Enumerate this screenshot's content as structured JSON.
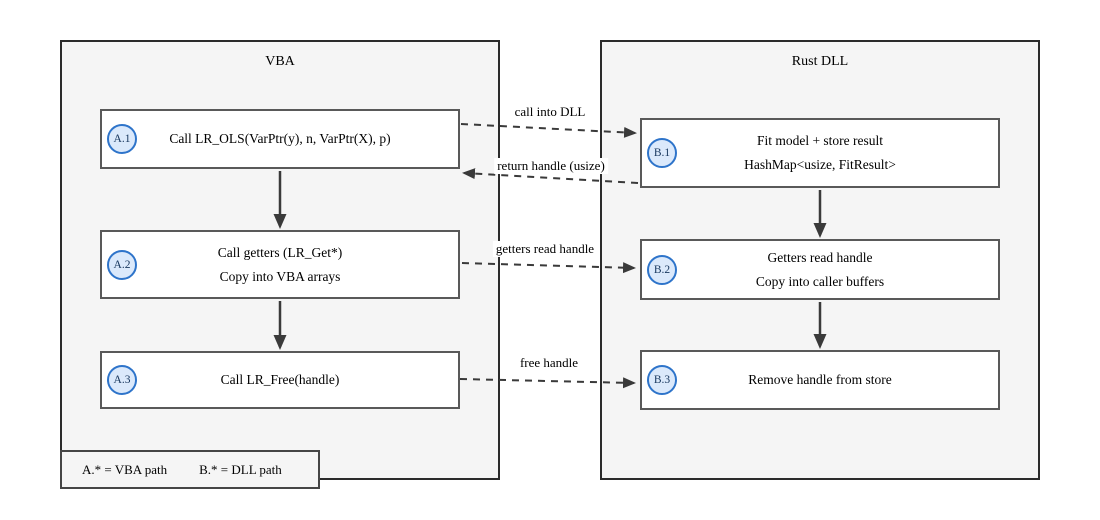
{
  "containers": {
    "vba": {
      "title": "VBA"
    },
    "rust": {
      "title": "Rust DLL"
    }
  },
  "nodes": {
    "a1": {
      "badge": "A.1",
      "lines": [
        "Call LR_OLS(VarPtr(y), n, VarPtr(X), p)"
      ]
    },
    "a2": {
      "badge": "A.2",
      "lines": [
        "Call getters (LR_Get*)",
        "Copy into VBA arrays"
      ]
    },
    "a3": {
      "badge": "A.3",
      "lines": [
        "Call LR_Free(handle)"
      ]
    },
    "b1": {
      "badge": "B.1",
      "lines": [
        "Fit model + store result",
        "HashMap<usize, FitResult>"
      ]
    },
    "b2": {
      "badge": "B.2",
      "lines": [
        "Getters read handle",
        "Copy into caller buffers"
      ]
    },
    "b3": {
      "badge": "B.3",
      "lines": [
        "Remove handle from store"
      ]
    }
  },
  "edges": {
    "call": {
      "label": "call into DLL"
    },
    "return": {
      "label": "return handle (usize)"
    },
    "getters": {
      "label": "getters read handle"
    },
    "free": {
      "label": "free handle"
    }
  },
  "legend": {
    "a": "A.* = VBA path",
    "b": "B.* = DLL path"
  },
  "colors": {
    "container_fill": "#f5f5f5",
    "container_border": "#2b2b2b",
    "node_border": "#595959",
    "badge_fill": "#dbe9fb",
    "badge_stroke": "#2e74ca",
    "badge_text": "#17365d",
    "arrow": "#3a3a3a"
  }
}
